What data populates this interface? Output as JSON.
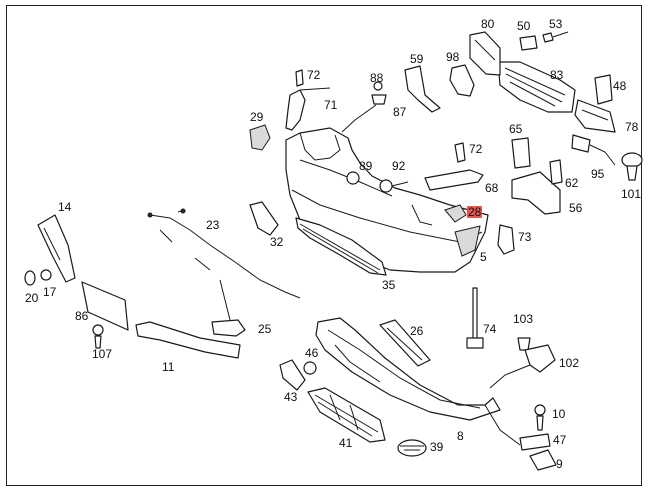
{
  "diagram": {
    "highlight_color": "#e8584f",
    "line_color": "#1a1a1a",
    "labels": {
      "p80": "80",
      "p50": "50",
      "p53": "53",
      "p72a": "72",
      "p88": "88",
      "p59": "59",
      "p98": "98",
      "p83": "83",
      "p48": "48",
      "p71": "71",
      "p87": "87",
      "p29": "29",
      "p78": "78",
      "p65": "65",
      "p72b": "72",
      "p89": "89",
      "p92": "92",
      "p68": "68",
      "p62": "62",
      "p95": "95",
      "p101": "101",
      "p56": "56",
      "p14": "14",
      "p23": "23",
      "p28": "28",
      "p73": "73",
      "p32": "32",
      "p5": "5",
      "p20": "20",
      "p17": "17",
      "p35": "35",
      "p86": "86",
      "p25": "25",
      "p26": "26",
      "p74": "74",
      "p103": "103",
      "p107": "107",
      "p46": "46",
      "p11": "11",
      "p102": "102",
      "p43": "43",
      "p10": "10",
      "p41": "41",
      "p39": "39",
      "p8": "8",
      "p47": "47",
      "p9": "9"
    }
  }
}
